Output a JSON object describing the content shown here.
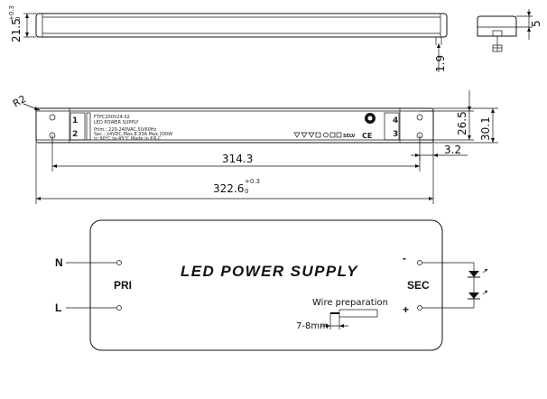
{
  "top_view": {
    "height_dim": "21.5",
    "height_tol_plus": "+0.3",
    "height_tol_zero": "0",
    "foot_dim": "1.9"
  },
  "end_view": {
    "dim": "5"
  },
  "front_view": {
    "radius_label": "R2",
    "label_model": "FTPC200V24-S2",
    "label_type": "LED POWER SUPPLY",
    "label_prim": "Prim.: 220-240VAC,50/60Hz",
    "label_sec": "Sec.: 24VDC,Max.8.33A Max.200W",
    "label_temp": "tc:90°C  ta:45°C  Made in P.R.C",
    "label_selv": "SELV",
    "label_ce": "CE",
    "terminal_1": "1",
    "terminal_2": "2",
    "terminal_3": "3",
    "terminal_4": "4",
    "dim_height_outer": "30.1",
    "dim_height_inner": "26.5",
    "dim_offset": "3.2",
    "dim_hole_spacing": "314.3",
    "dim_length": "322.6",
    "dim_length_tol_plus": "+0.3",
    "dim_length_tol_zero": "0"
  },
  "wiring": {
    "title": "LED POWER SUPPLY",
    "input_n": "N",
    "input_l": "L",
    "primary": "PRI",
    "secondary": "SEC",
    "out_minus": "-",
    "out_plus": "+",
    "wire_prep": "Wire preparation",
    "strip_length": "7-8mm"
  }
}
